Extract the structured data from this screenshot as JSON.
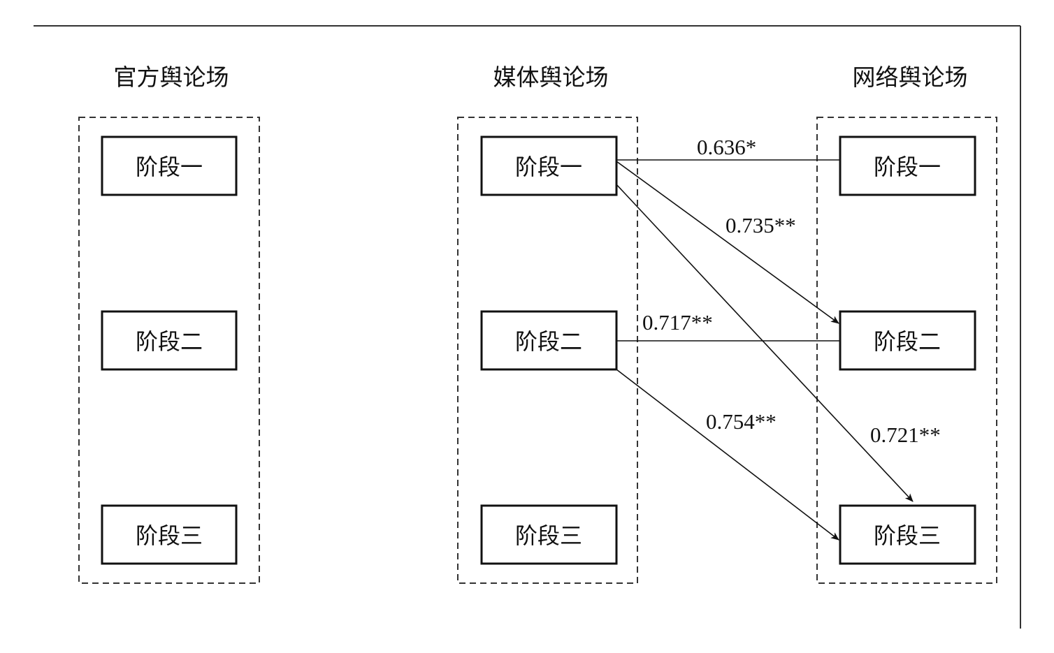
{
  "fields": [
    {
      "id": "official",
      "title": "官方舆论场",
      "stages": [
        "阶段一",
        "阶段二",
        "阶段三"
      ]
    },
    {
      "id": "media",
      "title": "媒体舆论场",
      "stages": [
        "阶段一",
        "阶段二",
        "阶段三"
      ]
    },
    {
      "id": "network",
      "title": "网络舆论场",
      "stages": [
        "阶段一",
        "阶段二",
        "阶段三"
      ]
    }
  ],
  "links": [
    {
      "from": "media.0",
      "to": "network.0",
      "label": "0.636*",
      "arrow": false
    },
    {
      "from": "media.0",
      "to": "network.1",
      "label": "0.735**",
      "arrow": true
    },
    {
      "from": "media.0",
      "to": "network.2",
      "label": "0.721**",
      "arrow": true
    },
    {
      "from": "media.1",
      "to": "network.1",
      "label": "0.717**",
      "arrow": false
    },
    {
      "from": "media.1",
      "to": "network.2",
      "label": "0.754**",
      "arrow": true
    }
  ]
}
